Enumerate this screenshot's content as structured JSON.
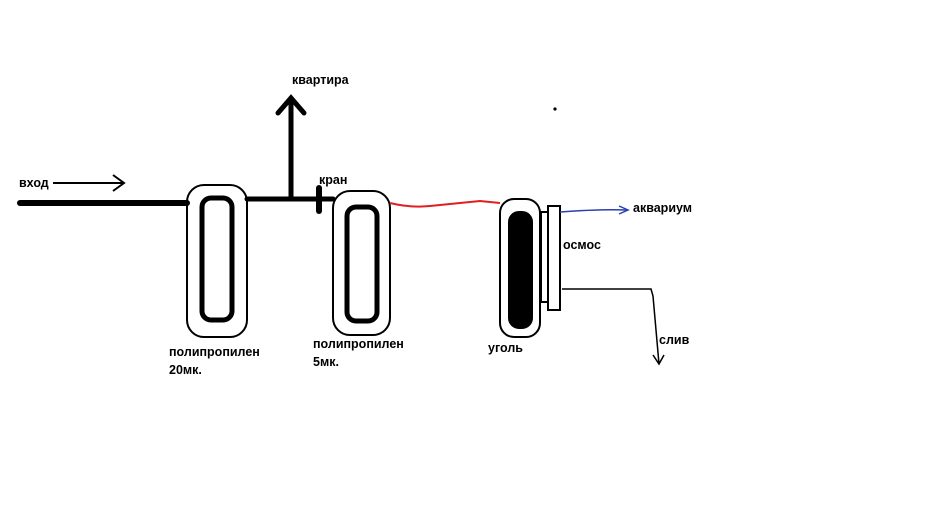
{
  "diagram": {
    "title": "Water filtration scheme",
    "labels": {
      "inlet": "вход",
      "apartment": "квартира",
      "valve": "кран",
      "aquarium": "аквариум",
      "osmosis": "осмос",
      "drain": "слив",
      "filter1_line1": "полипропилен",
      "filter1_line2": "20мк.",
      "filter2_line1": "полипропилен",
      "filter2_line2": "5мк.",
      "carbon": "уголь"
    },
    "colors": {
      "background": "#ffffff",
      "ink": "#000000",
      "red_line": "#e02020",
      "blue_line": "#2a3fb0"
    }
  }
}
